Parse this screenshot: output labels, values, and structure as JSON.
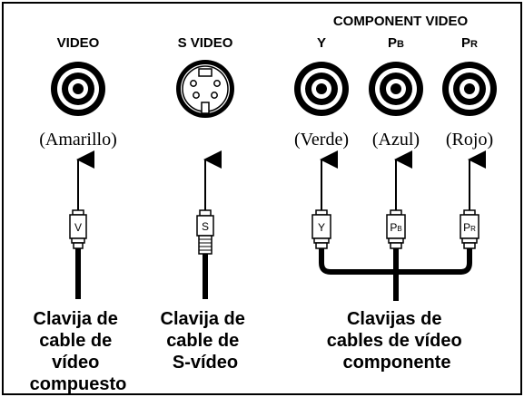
{
  "headers": {
    "component_group": "COMPONENT VIDEO",
    "video": "VIDEO",
    "svideo": "S VIDEO",
    "y": "Y",
    "pb_main": "P",
    "pb_sub": "B",
    "pr_main": "P",
    "pr_sub": "R"
  },
  "colors": {
    "video": "(Amarillo)",
    "y": "(Verde)",
    "pb": "(Azul)",
    "pr": "(Rojo)"
  },
  "plug_labels": {
    "composite": "V",
    "svideo": "S",
    "y": "Y",
    "pb_main": "P",
    "pb_sub": "B",
    "pr_main": "P",
    "pr_sub": "R"
  },
  "captions": {
    "composite": [
      "Clavija de",
      "cable de",
      "vídeo",
      "compuesto"
    ],
    "svideo": [
      "Clavija de",
      "cable de",
      "S-vídeo"
    ],
    "component": [
      "Clavijas de",
      "cables de vídeo",
      "componente"
    ]
  },
  "icons": {
    "jack": "rca-jack-icon",
    "svideo_jack": "svideo-jack-icon",
    "arrow": "arrow-up-icon",
    "rca_plug": "rca-plug-icon",
    "svideo_plug": "svideo-plug-icon"
  }
}
